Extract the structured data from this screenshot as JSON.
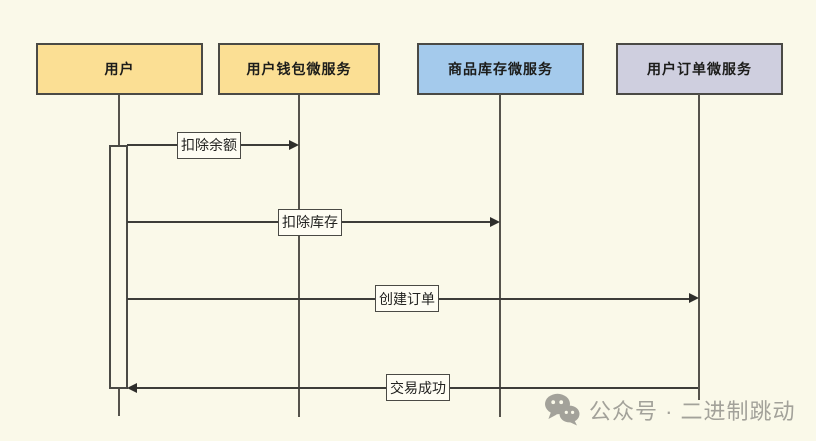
{
  "diagram": {
    "type": "sequence-diagram",
    "participants": [
      {
        "label": "用户",
        "color": "#FBDF94"
      },
      {
        "label": "用户钱包微服务",
        "color": "#FBDF94"
      },
      {
        "label": "商品库存微服务",
        "color": "#A4CAEC"
      },
      {
        "label": "用户订单微服务",
        "color": "#CFCFDF"
      }
    ],
    "messages": [
      {
        "label": "扣除余额",
        "from": "用户",
        "to": "用户钱包微服务",
        "direction": "right"
      },
      {
        "label": "扣除库存",
        "from": "用户",
        "to": "商品库存微服务",
        "direction": "right"
      },
      {
        "label": "创建订单",
        "from": "用户",
        "to": "用户订单微服务",
        "direction": "right"
      },
      {
        "label": "交易成功",
        "from": "用户订单微服务",
        "to": "用户",
        "direction": "left"
      }
    ],
    "colors": {
      "background": "#FAF9E9",
      "border": "#4A4A45",
      "arrow_line": "#3D3D39",
      "label_box_fill": "#FEFDF3"
    }
  },
  "watermark": {
    "icon": "wechat-logo-icon",
    "text": "公众号 · 二进制跳动",
    "color": "#A3A29A"
  }
}
